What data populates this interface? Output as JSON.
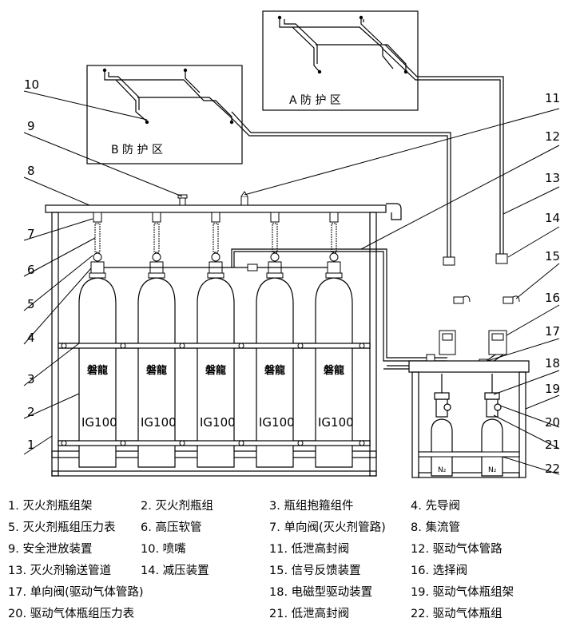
{
  "zones": {
    "a": "A 防 护 区",
    "b": "B 防 护 区"
  },
  "callouts": [
    "1",
    "2",
    "3",
    "4",
    "5",
    "6",
    "7",
    "8",
    "9",
    "10",
    "11",
    "12",
    "13",
    "14",
    "15",
    "16",
    "17",
    "18",
    "19",
    "20",
    "21",
    "22"
  ],
  "cylinder_brand": "磐龍",
  "cylinder_model": "IG100",
  "driver_gas": "N₂",
  "legend": [
    "1. 灭火剂瓶组架",
    "2. 灭火剂瓶组",
    "3. 瓶组抱箍组件",
    "4. 先导阀",
    "5. 灭火剂瓶组压力表",
    "6. 高压软管",
    "7. 单向阀(灭火剂管路)",
    "8. 集流管",
    "9. 安全泄放装置",
    "10. 喷嘴",
    "11. 低泄高封阀",
    "12. 驱动气体管路",
    "13. 灭火剂输送管道",
    "14. 减压装置",
    "15. 信号反馈装置",
    "16. 选择阀",
    "17. 单向阀(驱动气体管路)",
    "18. 电磁型驱动装置",
    "19. 驱动气体瓶组架",
    "20. 驱动气体瓶组压力表",
    "21. 低泄高封阀",
    "22. 驱动气体瓶组"
  ]
}
